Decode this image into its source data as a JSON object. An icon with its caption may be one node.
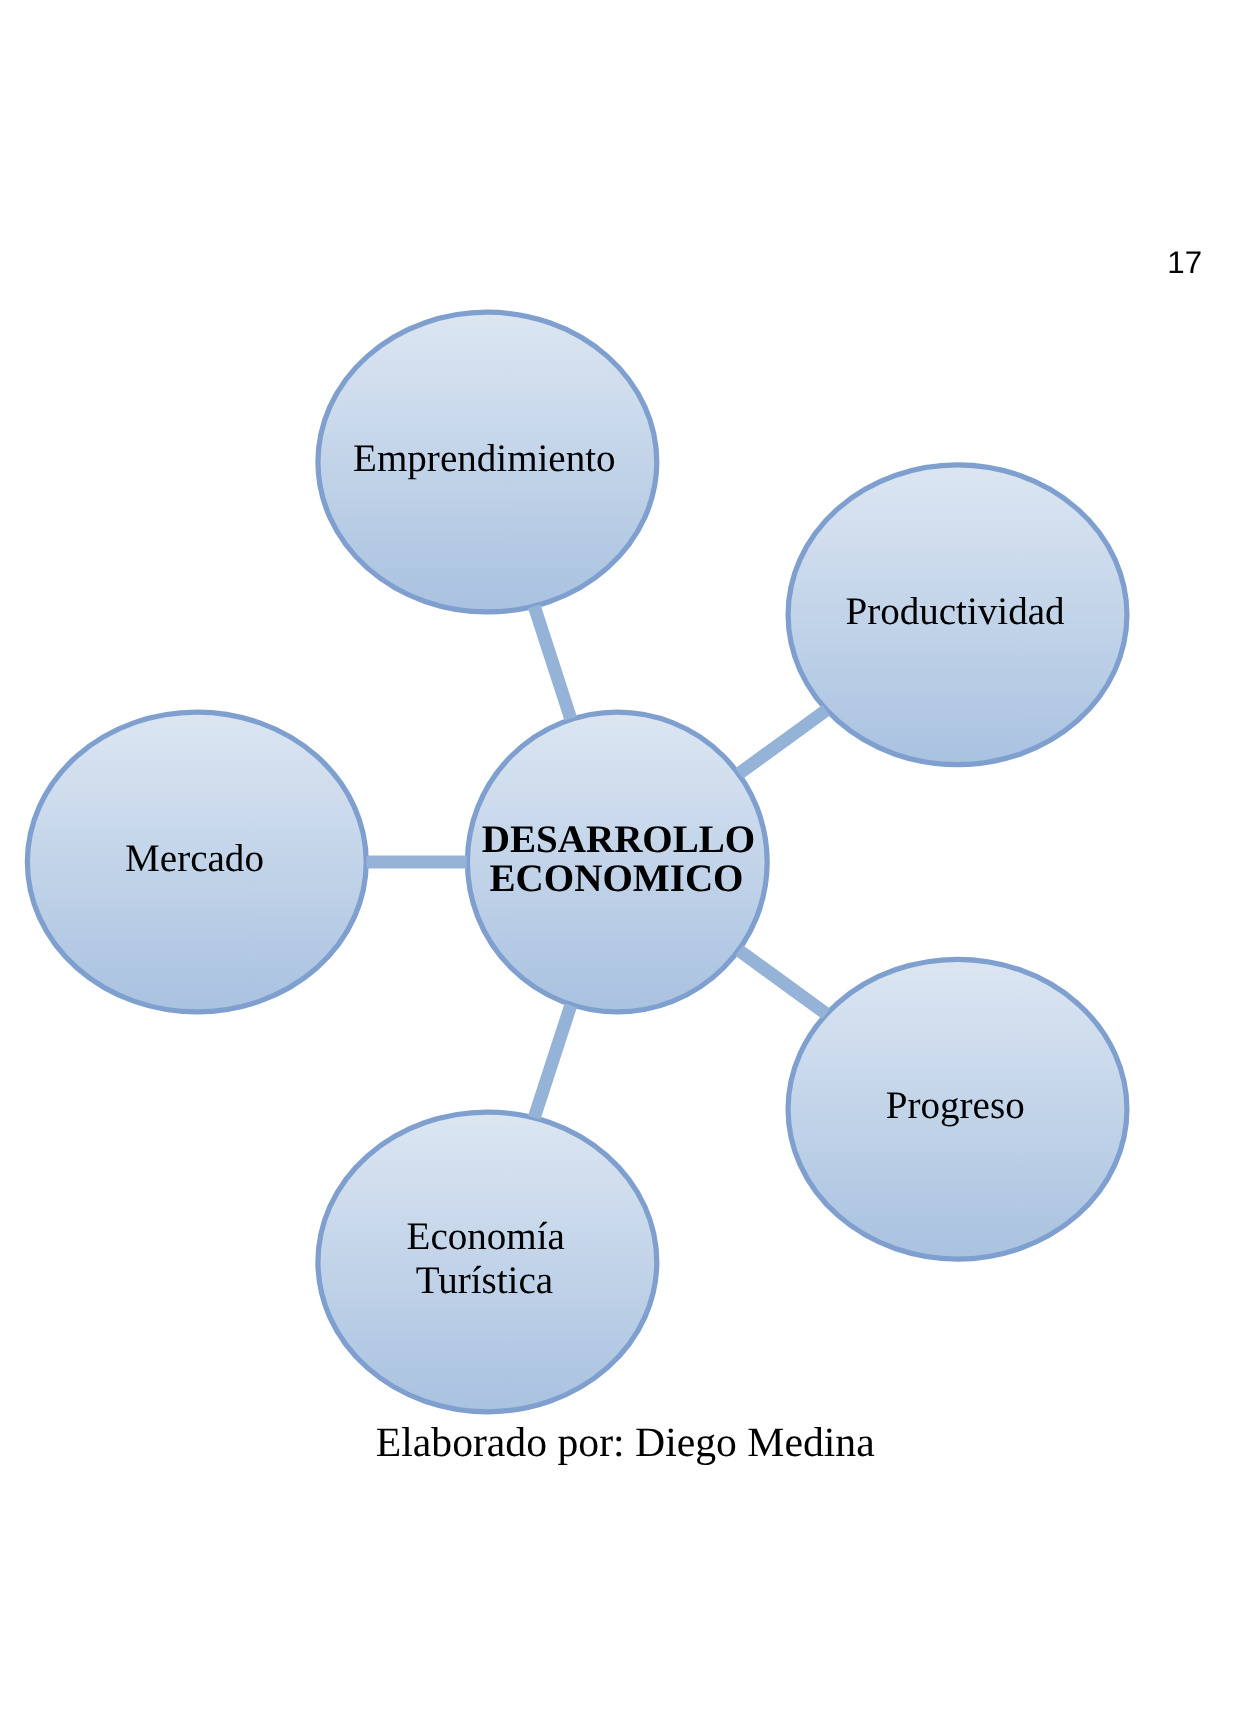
{
  "diagram": {
    "caption": "Elaborado por: Diego Medina",
    "nodes": [
      {
        "text": [
          "DESARROLLO ECONOMICO"
        ]
      },
      {
        "text": [
          "Productividad"
        ]
      },
      {
        "text": [
          "Emprendimiento"
        ]
      },
      {
        "text": [
          "Mercado"
        ]
      },
      {
        "text": [
          "Economía Turística"
        ]
      },
      {
        "text": [
          "Progreso"
        ]
      }
    ],
    "edges": [
      {
        "from": 0,
        "to": 1,
        "arrow": "none"
      },
      {
        "from": 0,
        "to": 2,
        "arrow": "none"
      },
      {
        "from": 0,
        "to": 3,
        "arrow": "none"
      },
      {
        "from": 0,
        "to": 4,
        "arrow": "none"
      },
      {
        "from": 0,
        "to": 5,
        "arrow": "none"
      }
    ],
    "labels": [
      "17"
    ]
  }
}
